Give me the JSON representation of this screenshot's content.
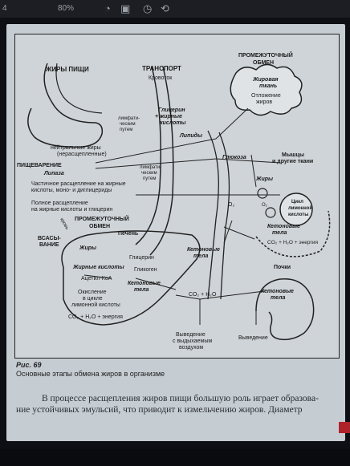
{
  "status_bar": {
    "left": "4",
    "battery": "80%"
  },
  "figure": {
    "food_fats": "ЖИРЫ ПИЩИ",
    "transport": "ТРАНСПОРТ",
    "intermediate_top": [
      "ПРОМЕЖУТОЧНЫЙ",
      "ОБМЕН"
    ],
    "blood": "Кровоток",
    "adipose": [
      "Жировая",
      "ткань"
    ],
    "fat_deposit": [
      "Отложение",
      "жиров"
    ],
    "glycerol_fa": [
      "Глицерин",
      "+ жирные",
      "кислоты"
    ],
    "lymph_path_1": [
      "лимфати-",
      "ческим",
      "путем"
    ],
    "lymph_path_2": [
      "лимфати-",
      "ческим",
      "путем"
    ],
    "lipids": "Липиды",
    "muscles": [
      "Мышцы",
      "и другие ткани"
    ],
    "neutral_fats": [
      "нейтральные жиры",
      "(нерасщепленные)"
    ],
    "digestion": "ПИЩЕВАРЕНИЕ",
    "lipase": "Липаза",
    "partial_split": [
      "Частичное расщепление на жирные",
      "кислоты, моно- и диглицериды"
    ],
    "full_split": [
      "Полное расщепление",
      "на жирные кислоты и глицерин"
    ],
    "glucose": "Глюкоза",
    "fats_right": "Жиры",
    "krebs": [
      "Цикл",
      "лимонной",
      "кислоты"
    ],
    "o2_a": "O₂",
    "o2_b": "O₂",
    "ketone_right": [
      "Кетоновые",
      "тела"
    ],
    "co2_energy_right": "CO₂ + H₂O + энергия",
    "blood_vertical": "кровь",
    "intermediate_mid": [
      "ПРОМЕЖУТОЧНЫЙ",
      "ОБМЕН"
    ],
    "liver": "Печень",
    "absorption": [
      "ВСАСЫ-",
      "ВАНИЕ"
    ],
    "liver_fats": "Жиры",
    "liver_glycerol": "Глицерин",
    "liver_glycogen": "Гликоген",
    "liver_fa": "Жирные кислоты",
    "acetyl": "Ацетил-КоА",
    "oxidation": [
      "Окисление",
      "в цикле",
      "лимонной кислоты"
    ],
    "liver_co2": "CO₂ + H₂O + энергия",
    "liver_ketone": [
      "Кетоновые",
      "тела"
    ],
    "ketone_mid": [
      "Кетоновые",
      "тела"
    ],
    "co2_h2o": "CO₂ + H₂O",
    "exhaled": [
      "Выведение",
      "с выдыхаемым",
      "воздухом"
    ],
    "kidneys": "Почки",
    "kidney_ketone": [
      "Кетоновые",
      "тела"
    ],
    "excretion": "Выведение"
  },
  "caption": {
    "number": "Рис. 69",
    "text": "Основные этапы обмена жиров в организме"
  },
  "body_text": [
    "В процессе расщепления жиров пищи большую роль играет образова-",
    "ние устойчивых эмульсий, что приводит к измельчению жиров. Диаметр"
  ]
}
